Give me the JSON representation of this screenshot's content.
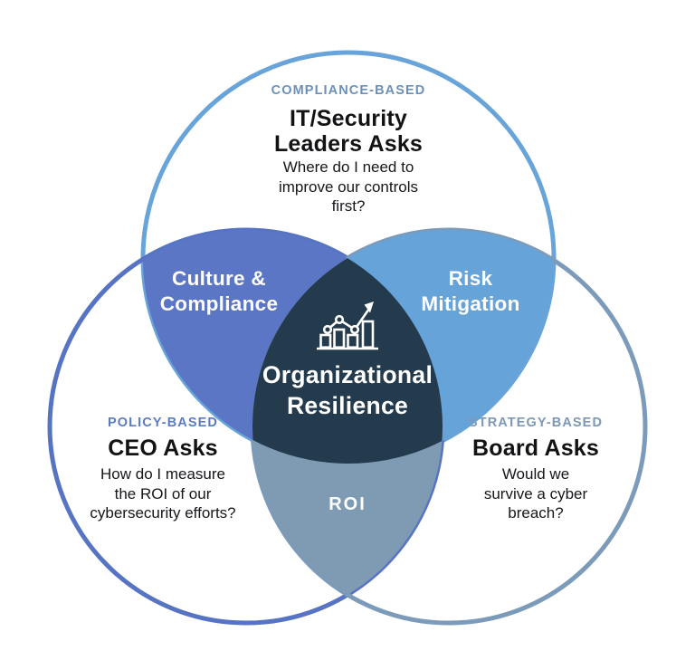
{
  "colors": {
    "background": "#ffffff",
    "top_circle_stroke": "#68A4D9",
    "left_circle_stroke": "#5673C4",
    "right_circle_stroke": "#7C9AB9",
    "overlap_top_left_fill": "#5B76C4",
    "overlap_top_right_fill": "#66A3D9",
    "overlap_bottom_fill": "#7F9BB3",
    "center_fill": "#243A4D",
    "overlap_text": "#ffffff",
    "icon_stroke": "#ffffff"
  },
  "top_section": {
    "category": "COMPLIANCE-BASED",
    "category_color": "#6C91B8",
    "heading": "IT/Security\nLeaders Asks",
    "question": "Where do I need to\nimprove our controls\nfirst?"
  },
  "left_section": {
    "category": "POLICY-BASED",
    "category_color": "#5C7CC2",
    "heading": "CEO Asks",
    "question": "How do I measure\nthe ROI of our\ncybersecurity efforts?"
  },
  "right_section": {
    "category": "STRATEGY-BASED",
    "category_color": "#7C98B8",
    "heading": "Board Asks",
    "question": "Would we\nsurvive a cyber\nbreach?"
  },
  "overlaps": {
    "top_left": "Culture &\nCompliance",
    "top_right": "Risk\nMitigation",
    "bottom": "ROI"
  },
  "center": {
    "label": "Organizational\nResilience",
    "icon": "growth-chart-icon"
  }
}
